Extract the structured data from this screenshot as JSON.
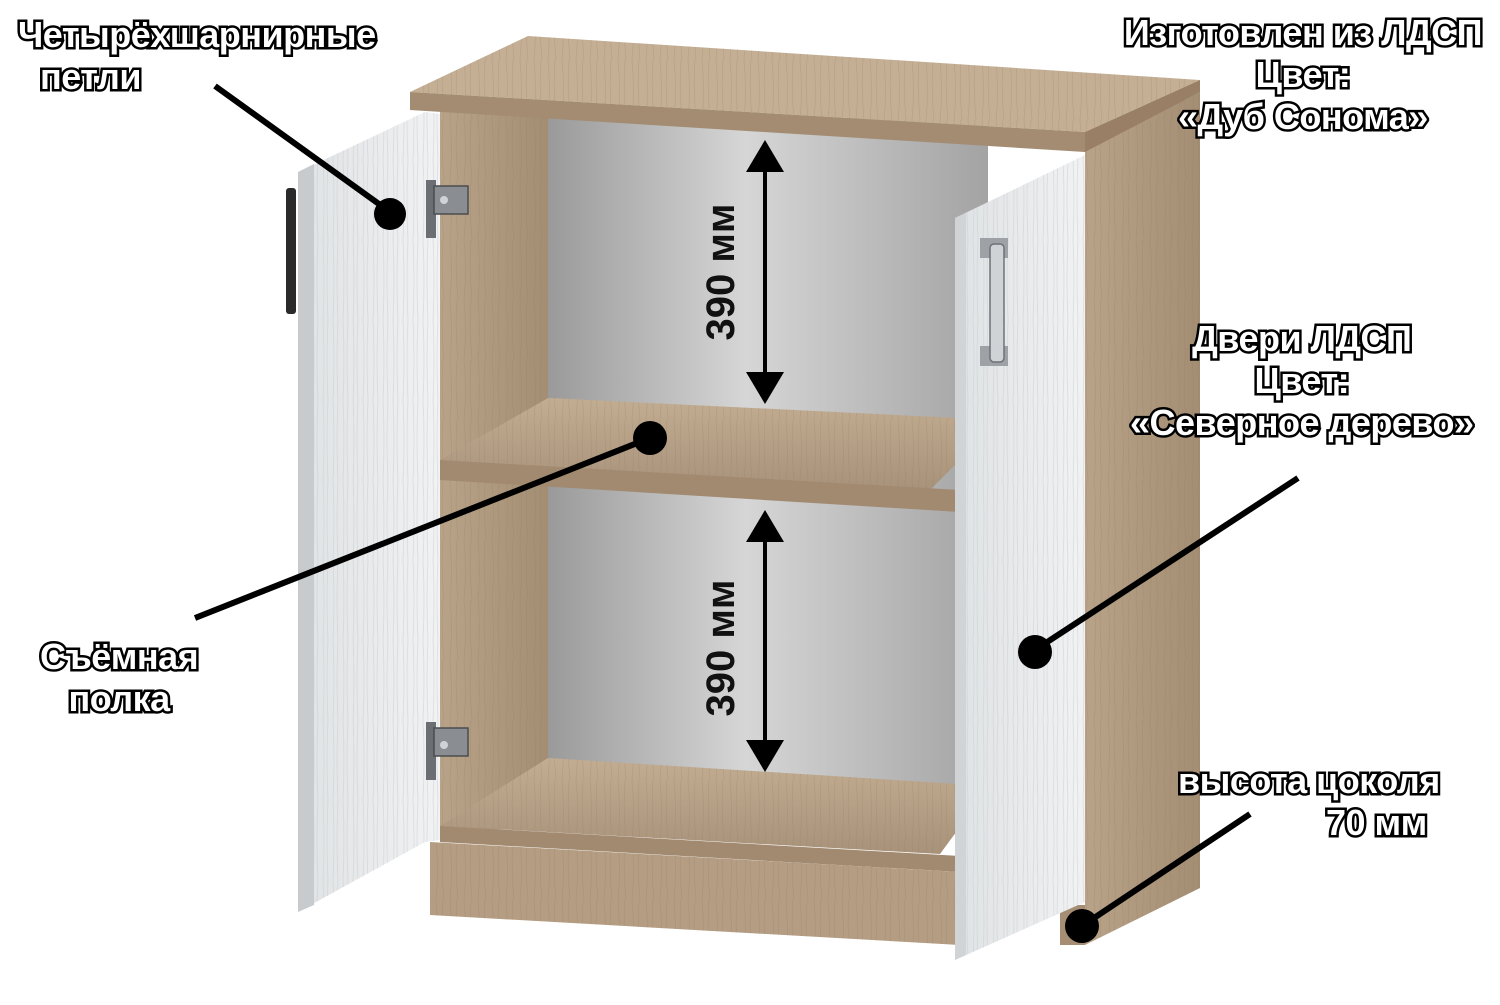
{
  "callouts": {
    "hinges": {
      "line1": "Четырёхшарнирные",
      "line2": "петли"
    },
    "material": {
      "line1": "Изготовлен из ЛДСП",
      "line2": "Цвет:",
      "line3": "«Дуб Сонома»"
    },
    "doors": {
      "line1": "Двери ЛДСП",
      "line2": "Цвет:",
      "line3": "«Северное дерево»"
    },
    "shelf": {
      "line1": "Съёмная",
      "line2": "полка"
    },
    "plinth": {
      "line1": "высота цоколя",
      "line2": "70 мм"
    }
  },
  "dimensions": {
    "upper_compartment": "390 мм",
    "lower_compartment": "390 мм"
  },
  "colors": {
    "body_oak": "#b59f84",
    "body_oak_dark": "#8f7a62",
    "door_white": "#e9ebec",
    "interior_grey": "#b3b3b3",
    "outline": "#000000"
  }
}
